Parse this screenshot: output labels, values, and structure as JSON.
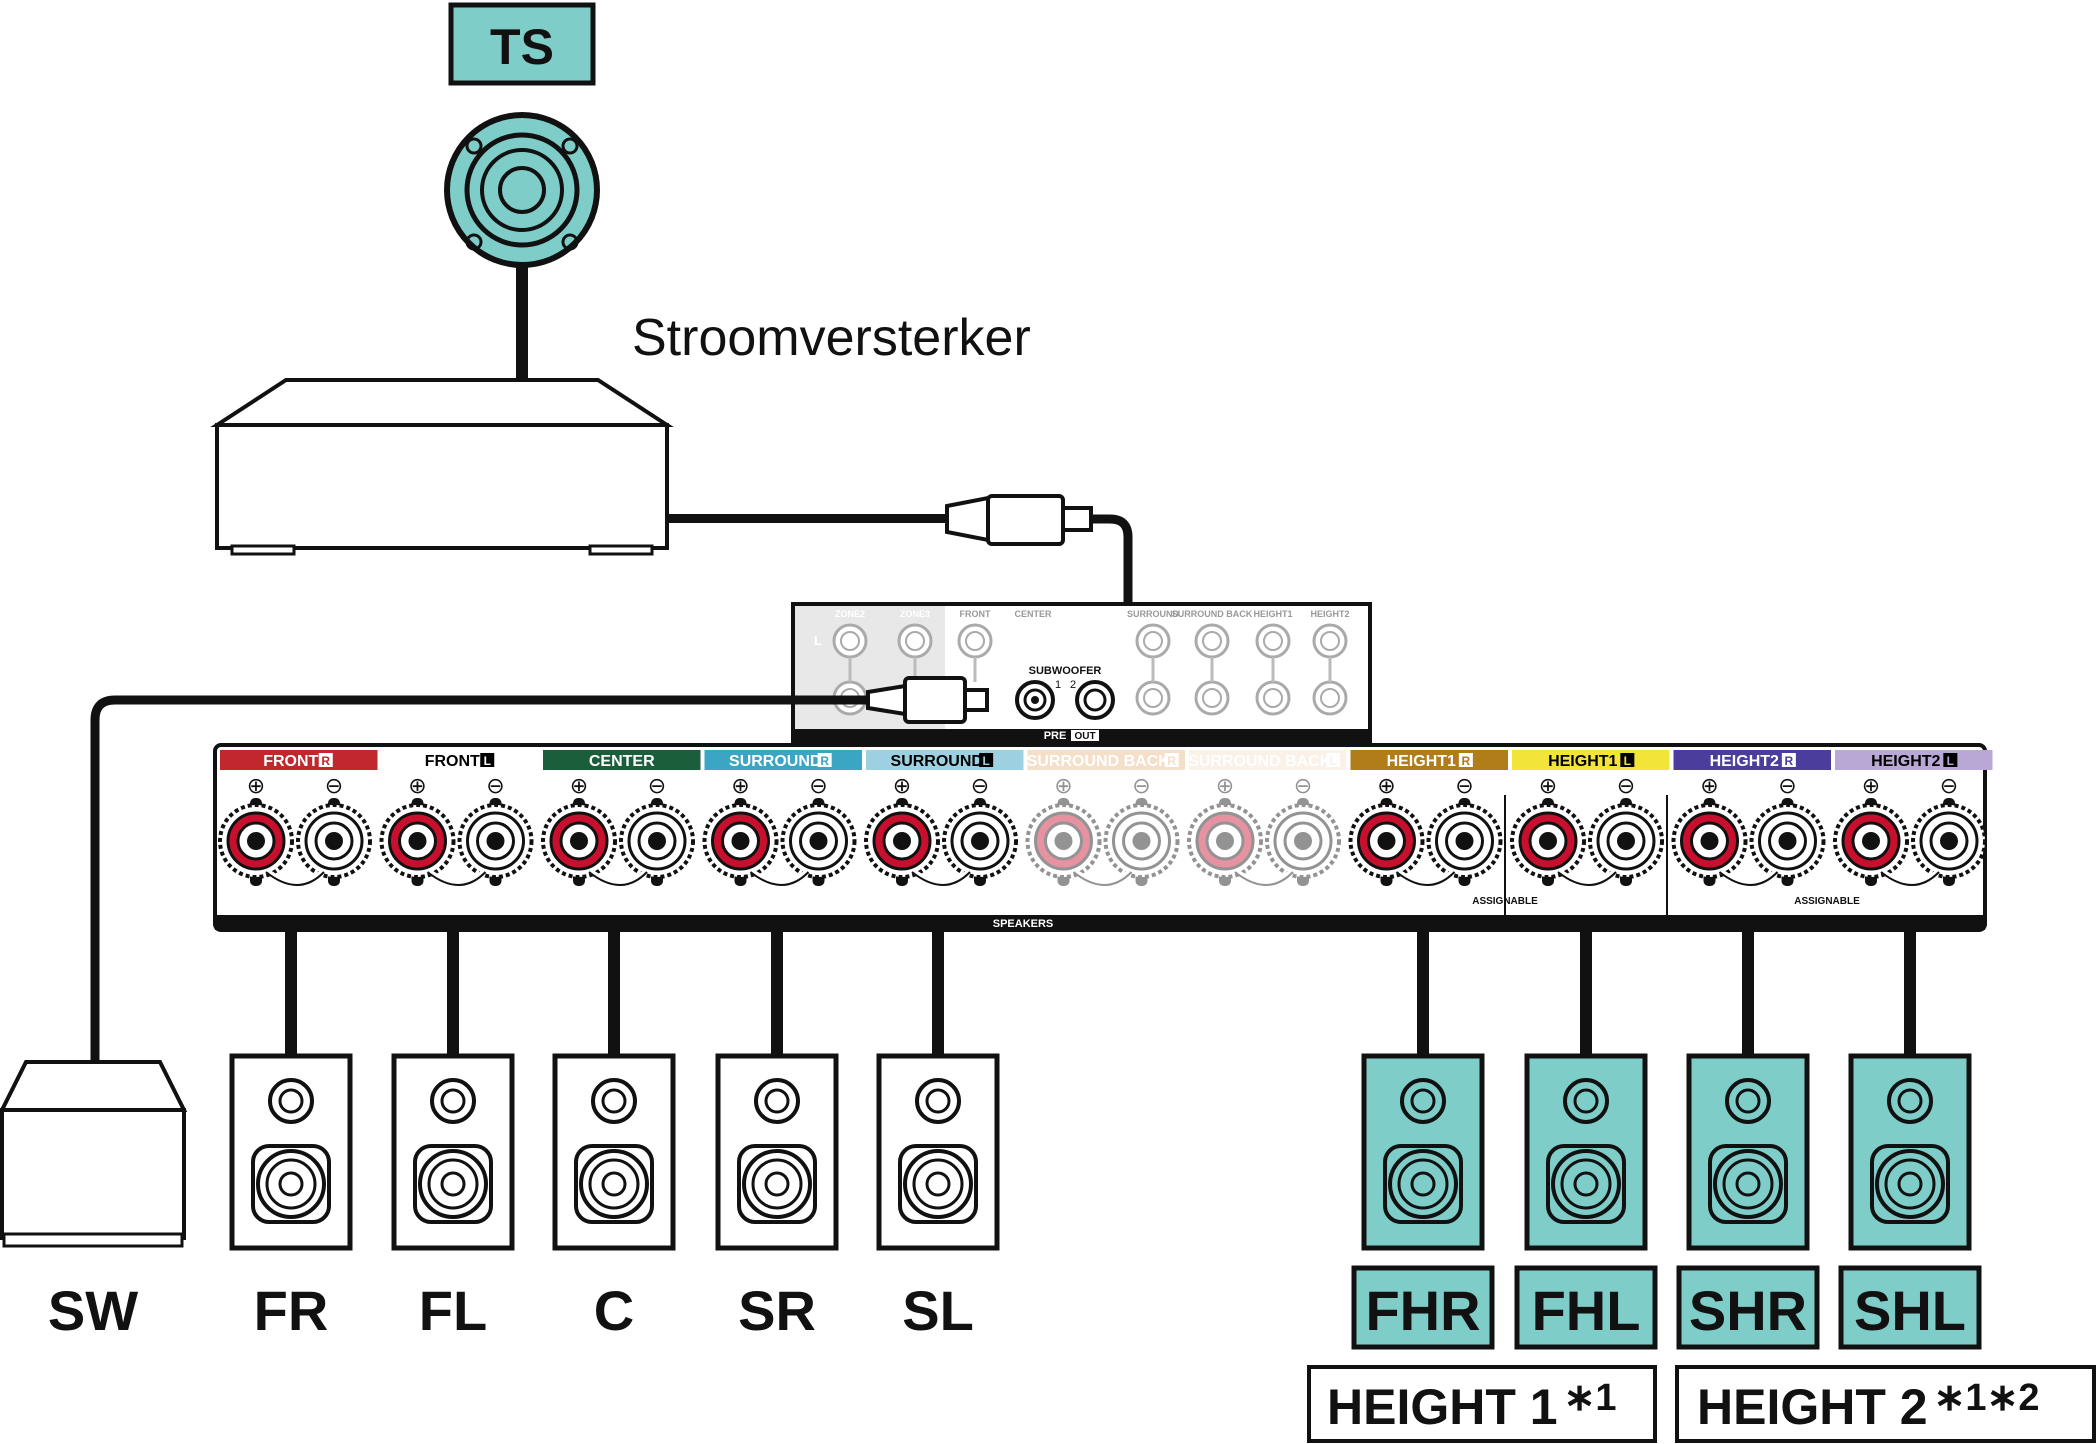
{
  "top_speaker": {
    "label": "TS"
  },
  "amplifier": {
    "label": "Stroomversterker"
  },
  "preout_panel": {
    "col_labels": [
      "ZONE2",
      "ZONE3",
      "FRONT",
      "CENTER",
      "SURROUND",
      "SURROUND BACK",
      "HEIGHT1",
      "HEIGHT2"
    ],
    "side_label": "L",
    "subwoofer_label": "SUBWOOFER",
    "subwoofer_numbers": [
      "1",
      "2"
    ],
    "pre_label": "PRE",
    "out_label": "OUT"
  },
  "speaker_terminals": {
    "panel_label": "SPEAKERS",
    "assignable_label": "ASSIGNABLE",
    "channels": [
      {
        "label": "FRONT",
        "side": "R",
        "color": "#c0282d",
        "text_color": "#ffffff",
        "faded": false
      },
      {
        "label": "FRONT",
        "side": "L",
        "color": "#ffffff",
        "text_color": "#000000",
        "faded": false
      },
      {
        "label": "CENTER",
        "side": "",
        "color": "#1b5e3b",
        "text_color": "#ffffff",
        "faded": false
      },
      {
        "label": "SURROUND",
        "side": "R",
        "color": "#3aa6c4",
        "text_color": "#ffffff",
        "faded": false
      },
      {
        "label": "SURROUND",
        "side": "L",
        "color": "#9dd1e2",
        "text_color": "#000000",
        "faded": false
      },
      {
        "label": "SURROUND BACK",
        "side": "R",
        "color": "#e7b98a",
        "text_color": "#ffffff",
        "faded": true
      },
      {
        "label": "SURROUND BACK",
        "side": "L",
        "color": "#f6e2cd",
        "text_color": "#ffffff",
        "faded": true
      },
      {
        "label": "HEIGHT1",
        "side": "R",
        "color": "#b07d18",
        "text_color": "#ffffff",
        "faded": false
      },
      {
        "label": "HEIGHT1",
        "side": "L",
        "color": "#f3e43a",
        "text_color": "#000000",
        "faded": false
      },
      {
        "label": "HEIGHT2",
        "side": "R",
        "color": "#4a3d9c",
        "text_color": "#ffffff",
        "faded": false
      },
      {
        "label": "HEIGHT2",
        "side": "L",
        "color": "#b9a7d6",
        "text_color": "#000000",
        "faded": false
      }
    ],
    "plus_symbol": "⊕",
    "minus_symbol": "⊖"
  },
  "subwoofer": {
    "label": "SW"
  },
  "speakers": [
    {
      "label": "FR",
      "highlight": false
    },
    {
      "label": "FL",
      "highlight": false
    },
    {
      "label": "C",
      "highlight": false
    },
    {
      "label": "SR",
      "highlight": false
    },
    {
      "label": "SL",
      "highlight": false
    },
    {
      "label": "FHR",
      "highlight": true
    },
    {
      "label": "FHL",
      "highlight": true
    },
    {
      "label": "SHR",
      "highlight": true
    },
    {
      "label": "SHL",
      "highlight": true
    }
  ],
  "groups": [
    {
      "label": "HEIGHT 1",
      "note": "∗1"
    },
    {
      "label": "HEIGHT 2",
      "note": "∗1∗2"
    }
  ],
  "colors": {
    "highlight": "#7ecdc8",
    "terminal_red": "#c8102e",
    "line": "#111111"
  }
}
